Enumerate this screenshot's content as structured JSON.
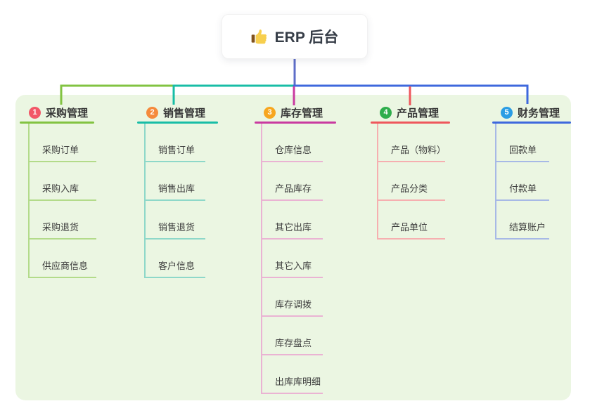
{
  "root": {
    "label": "ERP 后台",
    "icon": "thumbs-up-icon"
  },
  "canvas": {
    "panel_background": "#ebf6e2",
    "root_connector_color": "#5e6ec8"
  },
  "branches": [
    {
      "number": "1",
      "label": "采购管理",
      "badge_color": "#f25767",
      "line_color": "#82c341",
      "child_line_color": "#b3db8a",
      "children": [
        "采购订单",
        "采购入库",
        "采购退货",
        "供应商信息"
      ]
    },
    {
      "number": "2",
      "label": "销售管理",
      "badge_color": "#f58a3c",
      "line_color": "#18bda6",
      "child_line_color": "#8ed8c9",
      "children": [
        "销售订单",
        "销售出库",
        "销售退货",
        "客户信息"
      ]
    },
    {
      "number": "3",
      "label": "库存管理",
      "badge_color": "#f7a61f",
      "line_color": "#c93aa0",
      "child_line_color": "#eab3d3",
      "children": [
        "仓库信息",
        "产品库存",
        "其它出库",
        "其它入库",
        "库存调拨",
        "库存盘点",
        "出库库明细"
      ]
    },
    {
      "number": "4",
      "label": "产品管理",
      "badge_color": "#2fae4c",
      "line_color": "#ee575c",
      "child_line_color": "#f6afb0",
      "children": [
        "产品（物料）",
        "产品分类",
        "产品单位"
      ]
    },
    {
      "number": "5",
      "label": "财务管理",
      "badge_color": "#2b9de4",
      "line_color": "#3e68dd",
      "child_line_color": "#a7b9e6",
      "children": [
        "回款单",
        "付款单",
        "结算账户"
      ]
    }
  ]
}
